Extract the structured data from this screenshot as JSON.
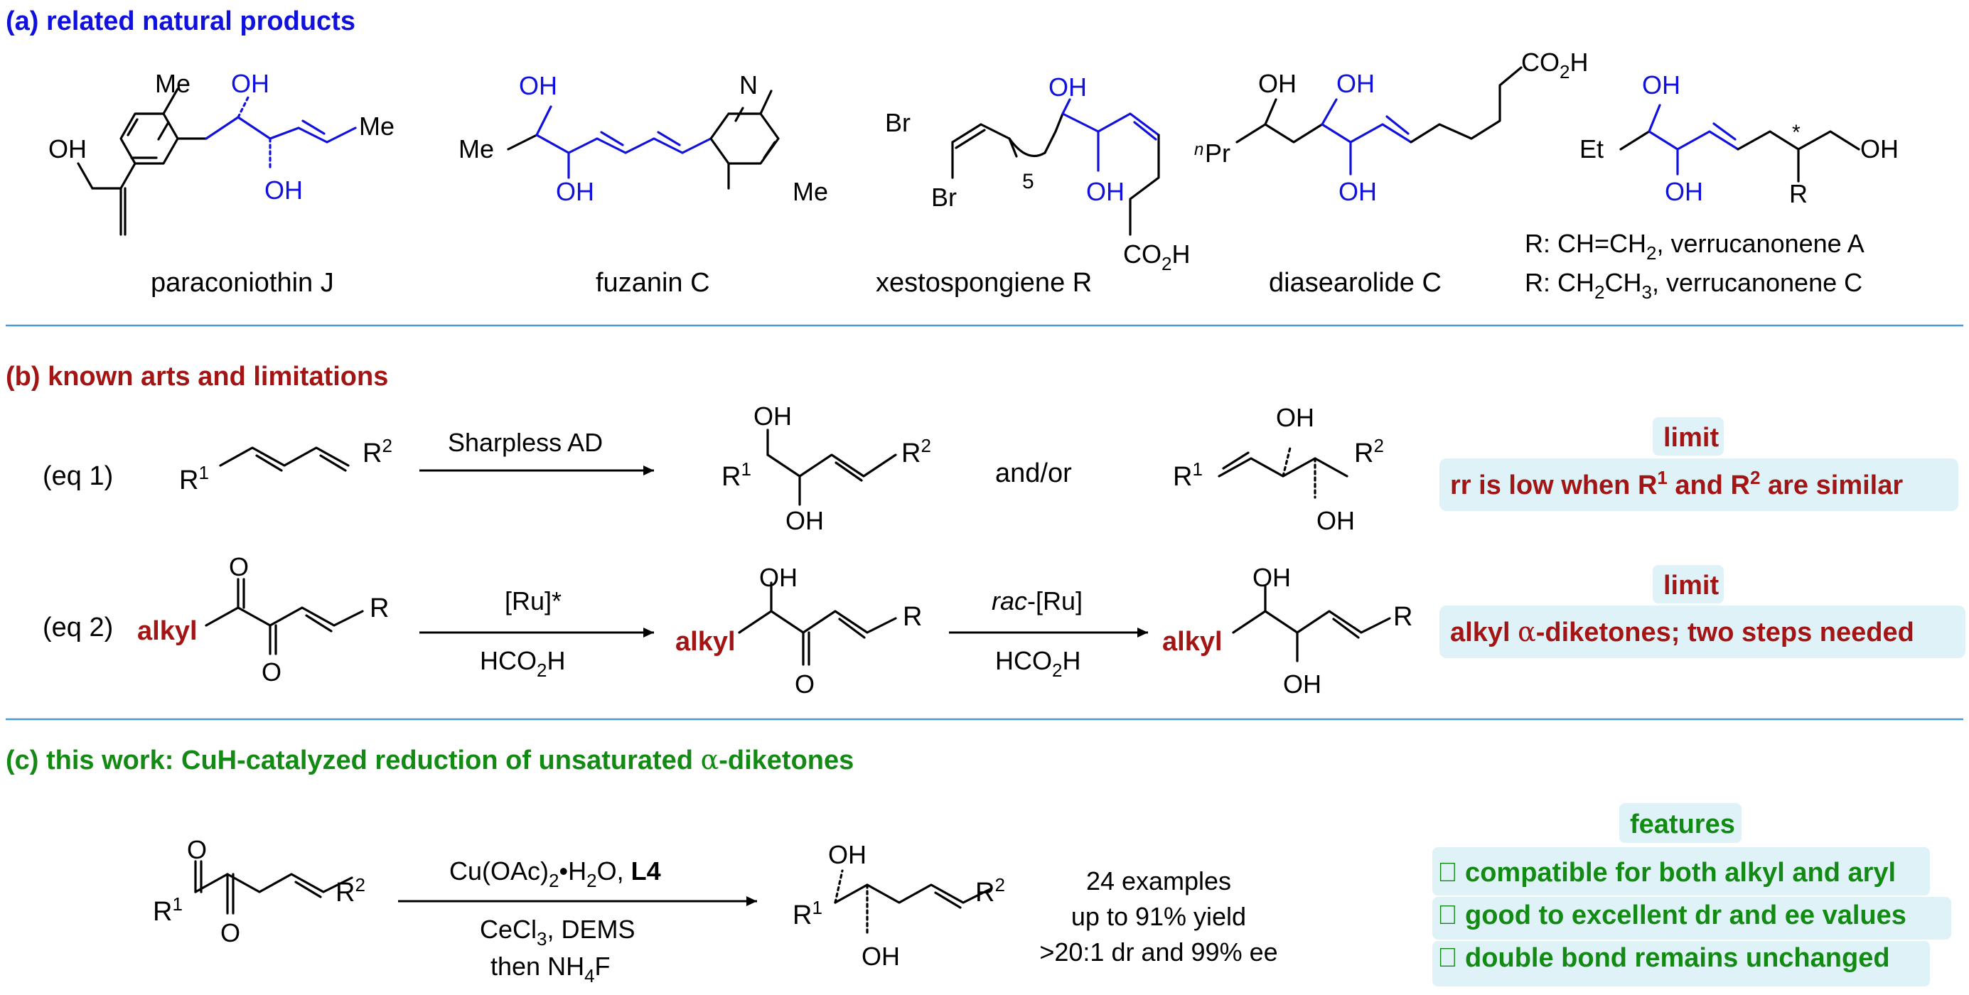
{
  "colors": {
    "blue": "#1111dd",
    "red": "#a31515",
    "green": "#138a13",
    "rule": "#4a9ad6",
    "box": "#dff2f8"
  },
  "section_a": {
    "header": "(a) related natural products",
    "compounds": [
      {
        "name": "paraconiothin J"
      },
      {
        "name": "fuzanin C"
      },
      {
        "name": "xestospongiene R"
      },
      {
        "name": "diasearolide C"
      }
    ],
    "r_lines": [
      {
        "prefix": "R: CH=CH",
        "sub": "2",
        "rest": ", verrucanonene A"
      },
      {
        "prefix": "R: CH",
        "sub1": "2",
        "mid": "CH",
        "sub2": "3",
        "rest": ", verrucanonene C"
      }
    ]
  },
  "section_b": {
    "header": "(b) known arts and limitations",
    "eq1": {
      "label": "(eq 1)",
      "reagent": "Sharpless AD",
      "andor": "and/or",
      "limit_title": "limit",
      "limit_text_a": "rr is low when R",
      "limit_sup1": "1",
      "limit_mid": " and R",
      "limit_sup2": "2",
      "limit_end": " are similar"
    },
    "eq2": {
      "label": "(eq 2)",
      "reagent1": "[Ru]*",
      "acid": "HCO",
      "acid_sub": "2",
      "acid_h": "H",
      "rac": "rac",
      "rac_rest": "-[Ru]",
      "limit_title": "limit",
      "limit_text_a": "alkyl ",
      "limit_alpha": "α",
      "limit_text_b": "-diketones; two steps needed"
    }
  },
  "section_c": {
    "header_a": "(c) this work: CuH-catalyzed reduction of unsaturated ",
    "header_alpha": "α",
    "header_b": "-diketones",
    "reagent_top_a": "Cu(OAc)",
    "reagent_top_sub": "2",
    "reagent_top_b": "•H",
    "reagent_top_sub2": "2",
    "reagent_top_c": "O, ",
    "reagent_top_bold": "L4",
    "reagent_bot1": "CeCl",
    "reagent_bot1_sub": "3",
    "reagent_bot1_rest": ", DEMS",
    "reagent_bot2": "then NH",
    "reagent_bot2_sub": "4",
    "reagent_bot2_rest": "F",
    "stats": [
      "24 examples",
      "up to 91% yield",
      ">20:1 dr and 99% ee"
    ],
    "features_title": "features",
    "features": [
      "\u0000 compatible for both alkyl and aryl",
      "\u0000 good to excellent dr and ee values",
      "\u0000 double bond remains unchanged"
    ]
  },
  "atoms": {
    "OH": "OH",
    "Me": "Me",
    "Et": "Et",
    "Br": "Br",
    "Pr": "Pr",
    "n": "n",
    "N": "N",
    "O": "O",
    "R": "R",
    "R1": "1",
    "R2": "2",
    "CO2H_a": "CO",
    "CO2H_sub": "2",
    "CO2H_b": "H",
    "alkyl": "alkyl",
    "star": "*",
    "five": "5"
  }
}
